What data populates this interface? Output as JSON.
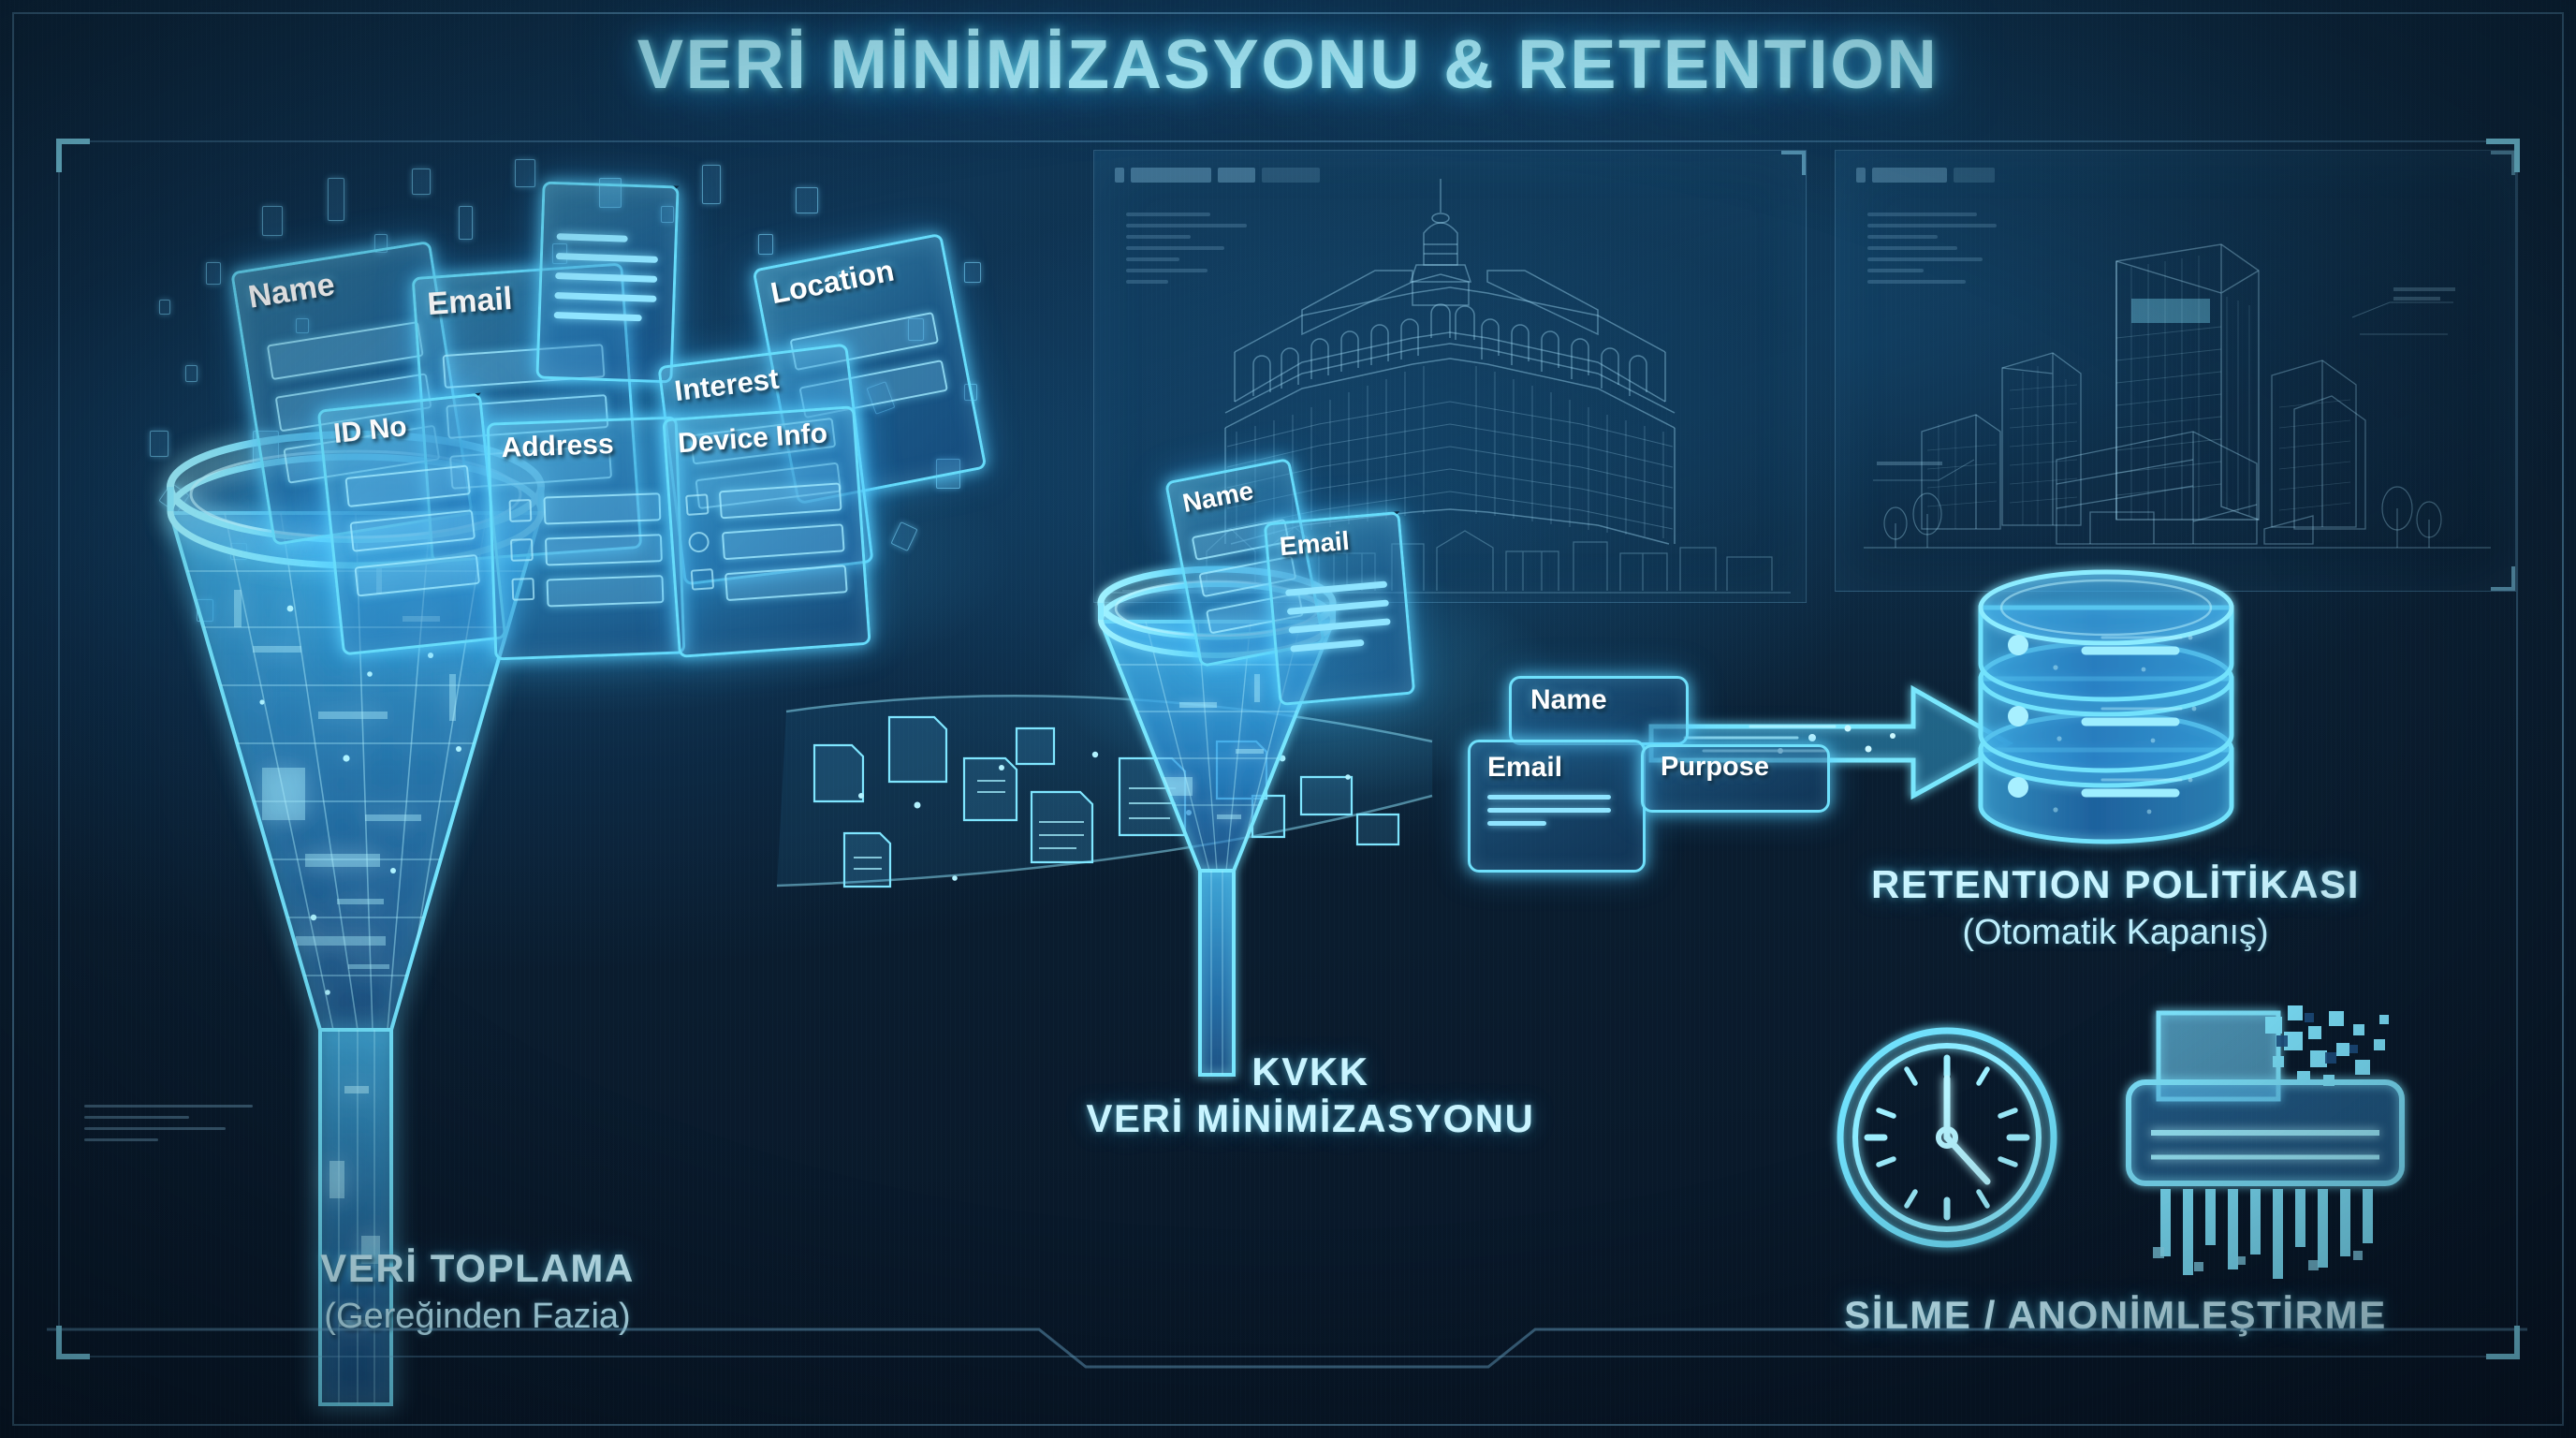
{
  "meta": {
    "accent_cyan": "#6fe0fb",
    "accent_bright": "#a9f0ff",
    "background_navy": "#0c2338",
    "text_white": "#ffffff"
  },
  "header": {
    "title": "VERİ MİNİMİZASYONU & RETENTION"
  },
  "stages": {
    "collect": {
      "title": "VERİ TOPLAMA",
      "subtitle": "(Gereğinden Fazia)",
      "documents": [
        {
          "label": "Name"
        },
        {
          "label": "Email"
        },
        {
          "label": "Location"
        },
        {
          "label": "Interest"
        },
        {
          "label": "ID No"
        },
        {
          "label": "Address"
        },
        {
          "label": "Device Info"
        }
      ]
    },
    "minimize": {
      "title_line1": "KVKK",
      "title_line2": "VERİ MİNİMİZASYONU",
      "documents": [
        {
          "label": "Name"
        },
        {
          "label": "Email"
        }
      ]
    },
    "retained_fields": [
      {
        "label": "Name"
      },
      {
        "label": "Email"
      },
      {
        "label": "Purpose"
      }
    ],
    "retention": {
      "title": "RETENTION POLİTİKASI",
      "subtitle": "(Otomatik Kapanış)",
      "icon": "database-cylinder-icon"
    },
    "disposal": {
      "title": "SİLME / ANONİMLEŞTİRME",
      "icons": [
        "clock-icon",
        "shredder-icon"
      ]
    }
  },
  "decor": {
    "panel_building": "classical-building-wireframe",
    "panel_city": "city-skyline-wireframe",
    "flow_arrow": "right-arrow-icon"
  }
}
